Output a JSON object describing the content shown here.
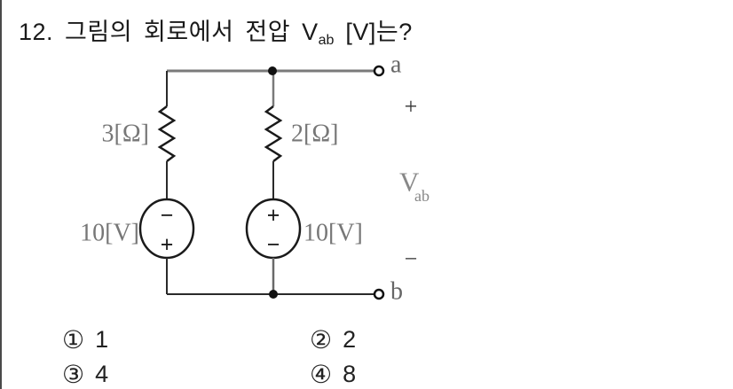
{
  "question": {
    "text_prefix": "12. 그림의 회로에서 전압 V",
    "v_subscript": "ab",
    "text_suffix": " [V]는?"
  },
  "circuit": {
    "resistors": [
      {
        "label": "3[Ω]"
      },
      {
        "label": "2[Ω]"
      }
    ],
    "sources": [
      {
        "label": "10[V]",
        "top_sign": "−",
        "bottom_sign": "+"
      },
      {
        "label": "10[V]",
        "top_sign": "+",
        "bottom_sign": "−"
      }
    ],
    "terminals": [
      {
        "label": "a"
      },
      {
        "label": "b"
      }
    ],
    "annotations": {
      "plus": "+",
      "minus": "−",
      "v_main": "V",
      "v_sub": "ab"
    },
    "wire_color": "#2a2a2a",
    "gray_wire_color": "#7a7a7a"
  },
  "choices": [
    {
      "marker": "①",
      "value": "1"
    },
    {
      "marker": "②",
      "value": "2"
    },
    {
      "marker": "③",
      "value": "4"
    },
    {
      "marker": "④",
      "value": "8"
    }
  ]
}
